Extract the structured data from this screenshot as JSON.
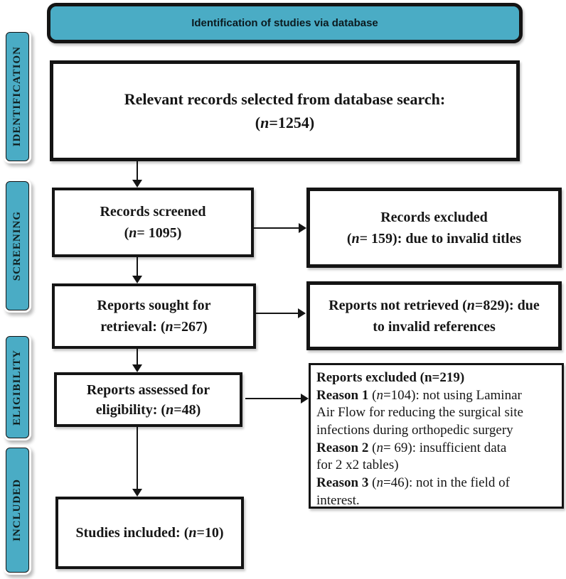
{
  "colors": {
    "teal": "#4aacc5",
    "ink": "#141414"
  },
  "banner": {
    "label": "Identification of studies via database"
  },
  "sidebar": {
    "stages": [
      {
        "label": "IDENTIFICATION"
      },
      {
        "label": "SCREENING"
      },
      {
        "label": "ELIGIBILITY"
      },
      {
        "label": "INCLUDED"
      }
    ]
  },
  "boxes": {
    "relevant_records": {
      "lines": [
        [
          {
            "t": "Relevant records selected from database search:"
          }
        ],
        [
          {
            "t": "("
          },
          {
            "t": "n",
            "i": true
          },
          {
            "t": "=1254)"
          }
        ]
      ]
    },
    "records_screened": {
      "lines": [
        [
          {
            "t": "Records screened"
          }
        ],
        [
          {
            "t": "("
          },
          {
            "t": "n",
            "i": true
          },
          {
            "t": "= 1095)"
          }
        ]
      ]
    },
    "records_excluded": {
      "lines": [
        [
          {
            "t": "Records excluded"
          }
        ],
        [
          {
            "t": "("
          },
          {
            "t": "n",
            "i": true
          },
          {
            "t": "= 159): due to invalid titles"
          }
        ]
      ]
    },
    "reports_sought": {
      "lines": [
        [
          {
            "t": "Reports sought for"
          }
        ],
        [
          {
            "t": "retrieval: ("
          },
          {
            "t": "n",
            "i": true
          },
          {
            "t": "=267)"
          }
        ]
      ]
    },
    "reports_not_retrieved": {
      "lines": [
        [
          {
            "t": "Reports not retrieved ("
          },
          {
            "t": "n",
            "i": true
          },
          {
            "t": "=829): due"
          }
        ],
        [
          {
            "t": "to invalid references"
          }
        ]
      ]
    },
    "reports_assessed": {
      "lines": [
        [
          {
            "t": "Reports assessed for"
          }
        ],
        [
          {
            "t": "eligibility: ("
          },
          {
            "t": "n",
            "i": true
          },
          {
            "t": "=48)"
          }
        ]
      ]
    },
    "reports_excluded_detail": {
      "lines": [
        [
          {
            "t": "Reports excluded (n=219)",
            "b": true
          }
        ],
        [
          {
            "t": "Reason 1 ",
            "b": true
          },
          {
            "t": "("
          },
          {
            "t": "n",
            "i": true
          },
          {
            "t": "=104): not using Laminar"
          }
        ],
        [
          {
            "t": "Air Flow for reducing the surgical site"
          }
        ],
        [
          {
            "t": "infections during orthopedic surgery"
          }
        ],
        [
          {
            "t": "Reason 2 ",
            "b": true
          },
          {
            "t": "("
          },
          {
            "t": "n",
            "i": true
          },
          {
            "t": "= 69): insufficient data"
          }
        ],
        [
          {
            "t": "for 2 x2 tables)"
          }
        ],
        [
          {
            "t": "Reason 3 ",
            "b": true
          },
          {
            "t": "("
          },
          {
            "t": "n",
            "i": true
          },
          {
            "t": "=46): not in the field of"
          }
        ],
        [
          {
            "t": "interest."
          }
        ]
      ]
    },
    "studies_included": {
      "lines": [
        [
          {
            "t": "Studies included: ("
          },
          {
            "t": "n",
            "i": true
          },
          {
            "t": "=10)"
          }
        ]
      ]
    }
  }
}
